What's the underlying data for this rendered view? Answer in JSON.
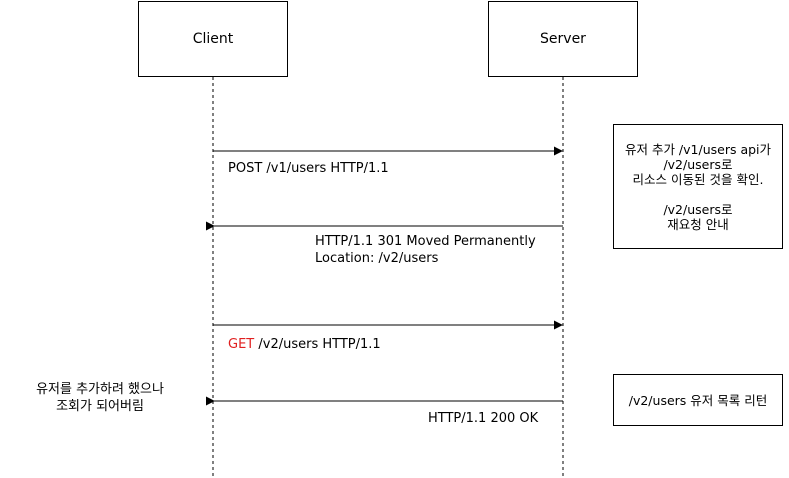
{
  "participants": {
    "client": "Client",
    "server": "Server"
  },
  "messages": {
    "post_request": "POST /v1/users HTTP/1.1",
    "redirect_line1": "HTTP/1.1 301 Moved Permanently",
    "redirect_line2": "Location: /v2/users",
    "get_method": "GET",
    "get_rest": " /v2/users HTTP/1.1",
    "ok_response": "HTTP/1.1 200 OK"
  },
  "notes": {
    "server_note_1": [
      "유저 추가 /v1/users api가",
      "/v2/users로",
      "리소스 이동된 것을 확인.",
      "",
      "/v2/users로",
      "재요청 안내"
    ],
    "server_note_2": "/v2/users 유저 목록 리턴",
    "client_note": [
      "유저를 추가하려 했으나",
      "조회가 되어버림"
    ]
  },
  "colors": {
    "line": "#000000",
    "highlight": "#e02020"
  }
}
